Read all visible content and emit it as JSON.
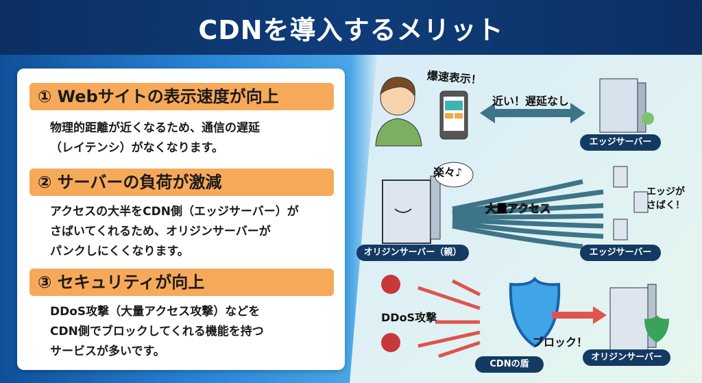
{
  "title": "CDNを導入するメリット",
  "benefits": [
    {
      "heading": "① Webサイトの表示速度が向上",
      "body": "物理的距離が近くなるため、通信の遅延\n（レイテンシ）がなくなります。"
    },
    {
      "heading": "② サーバーの負荷が激減",
      "body": "アクセスの大半をCDN側（エッジサーバー）が\nさばいてくれるため、オリジンサーバーが\nパンクしにくくなります。"
    },
    {
      "heading": "③ セキュリティが向上",
      "body": "DDoS攻撃（大量アクセス攻撃）などを\nCDN側でブロックしてくれる機能を持つ\nサービスが多いです。"
    }
  ],
  "diagram1": {
    "fast_label": "爆速表示！",
    "arrow_label": "近い！遅延なし",
    "server_label": "エッジサーバー"
  },
  "diagram2": {
    "speech": "楽々♪",
    "arrow_label": "大量アクセス",
    "edge_note": "エッジが\nさばく！",
    "origin_label": "オリジンサーバー（親）",
    "edge_label": "エッジサーバー"
  },
  "diagram3": {
    "attack_label": "DDoS攻撃",
    "block_label": "ブロック！",
    "shield_label": "CDNの盾",
    "origin_label": "オリジンサーバー"
  }
}
